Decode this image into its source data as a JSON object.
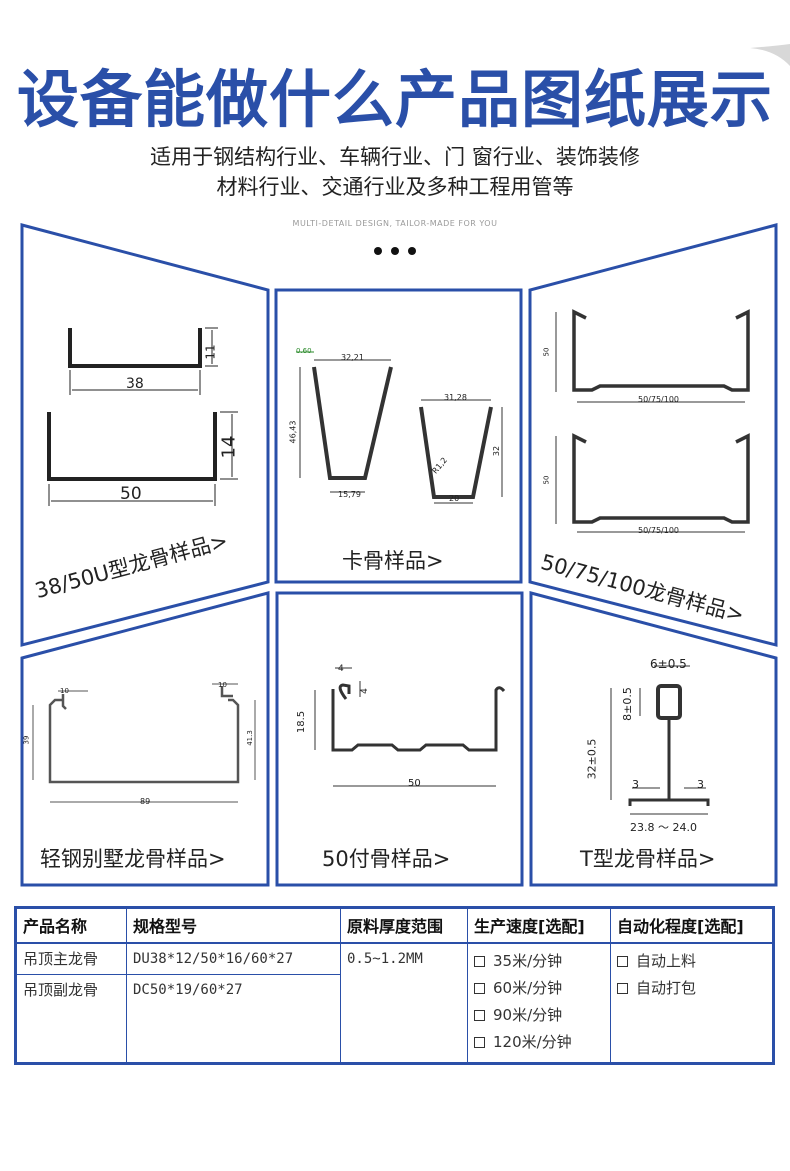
{
  "header": {
    "title": "设备能做什么产品图纸展示",
    "subtitle_line1": "适用于钢结构行业、车辆行业、门 窗行业、装饰装修",
    "subtitle_line2": "材料行业、交通行业及多种工程用管等",
    "tagline": "MULTI-DETAIL DESIGN, TAILOR-MADE FOR YOU"
  },
  "colors": {
    "accent": "#2a4fa8",
    "drawing": "#333333"
  },
  "panels": [
    {
      "label": "38/50U型龙骨样品>",
      "dims": [
        "11",
        "38",
        "14",
        "50"
      ]
    },
    {
      "label": "卡骨样品>",
      "dims": [
        "32,21",
        "0.60",
        "46,43",
        "15,79",
        "31,28",
        "32",
        "R1,2",
        "20"
      ]
    },
    {
      "label": "50/75/100龙骨样品>",
      "dims": [
        "50",
        "50/75/100",
        "50",
        "50/75/100"
      ]
    },
    {
      "label": "轻钢别墅龙骨样品>",
      "dims": [
        "10",
        "10",
        "39",
        "41.3",
        "89"
      ]
    },
    {
      "label": "50付骨样品>",
      "dims": [
        "4",
        "4",
        "18.5",
        "50"
      ]
    },
    {
      "label": "T型龙骨样品>",
      "dims": [
        "6±0.5",
        "8±0.5",
        "32±0.5",
        "3",
        "3",
        "23.8 ～ 24.0"
      ]
    }
  ],
  "table": {
    "headers": [
      "产品名称",
      "规格型号",
      "原料厚度范围",
      "生产速度[选配]",
      "自动化程度[选配]"
    ],
    "rows": [
      {
        "name": "吊顶主龙骨",
        "spec": "DU38*12/50*16/60*27"
      },
      {
        "name": "吊顶副龙骨",
        "spec": "DC50*19/60*27"
      }
    ],
    "thickness": "0.5~1.2MM",
    "speeds": [
      "35米/分钟",
      "60米/分钟",
      "90米/分钟",
      "120米/分钟"
    ],
    "automation": [
      "自动上料",
      "自动打包"
    ]
  }
}
